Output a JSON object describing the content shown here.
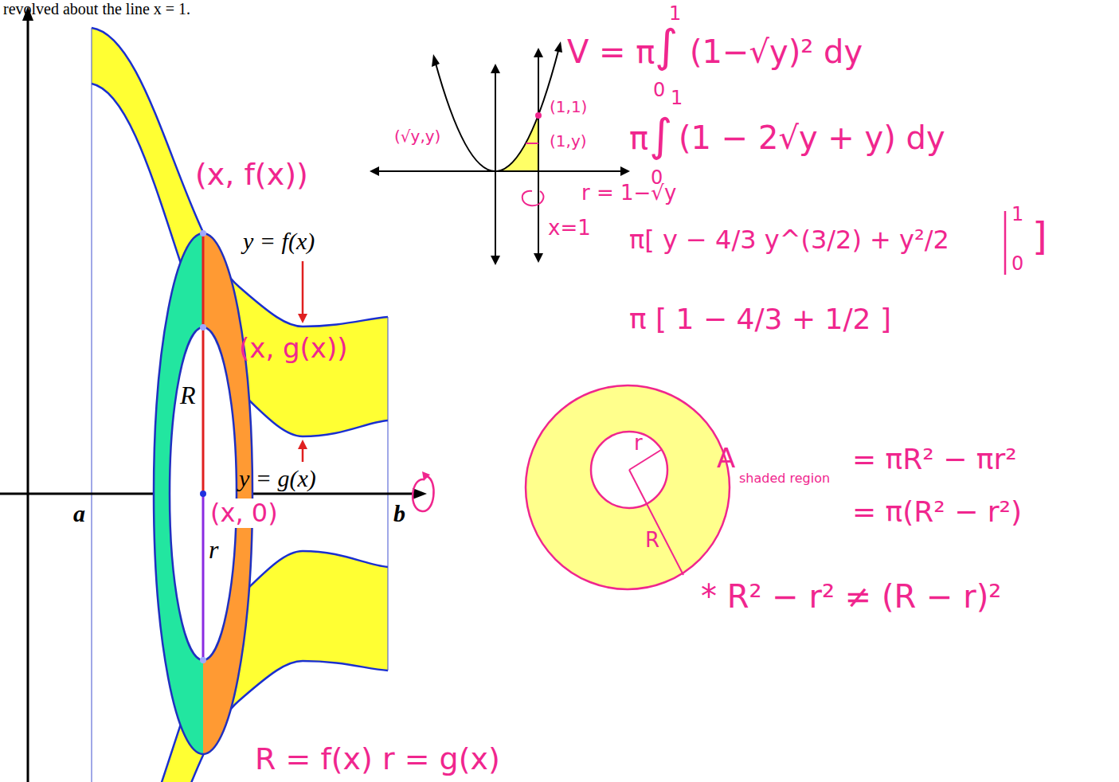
{
  "diagram": {
    "labels": [
      "revolved about the line x = 1.",
      "V = π",
      "1",
      "∫",
      "(1−√y)² dy",
      "0",
      "1",
      "π",
      "∫",
      "(1 − 2√y + y) dy",
      "0",
      "π[ y − 4/3 y^(3/2) + y²/2",
      "1",
      "0",
      "]",
      "π [ 1 − 4/3 + 1/2 ]",
      "(1,1)",
      "(√y,y)",
      "(1,y)",
      "r = 1−√y",
      "x=1",
      "(x, f(x))",
      "y = f(x)",
      "(x, g(x))",
      "R",
      "y = g(x)",
      "a",
      "(x, 0)",
      "b",
      "r",
      "r",
      "R",
      "A",
      "shaded region",
      "= πR² − πr²",
      "= π(R² − r²)",
      "* R² − r² ≠ (R − r)²",
      "R = f(x)",
      "r = g(x)"
    ]
  }
}
